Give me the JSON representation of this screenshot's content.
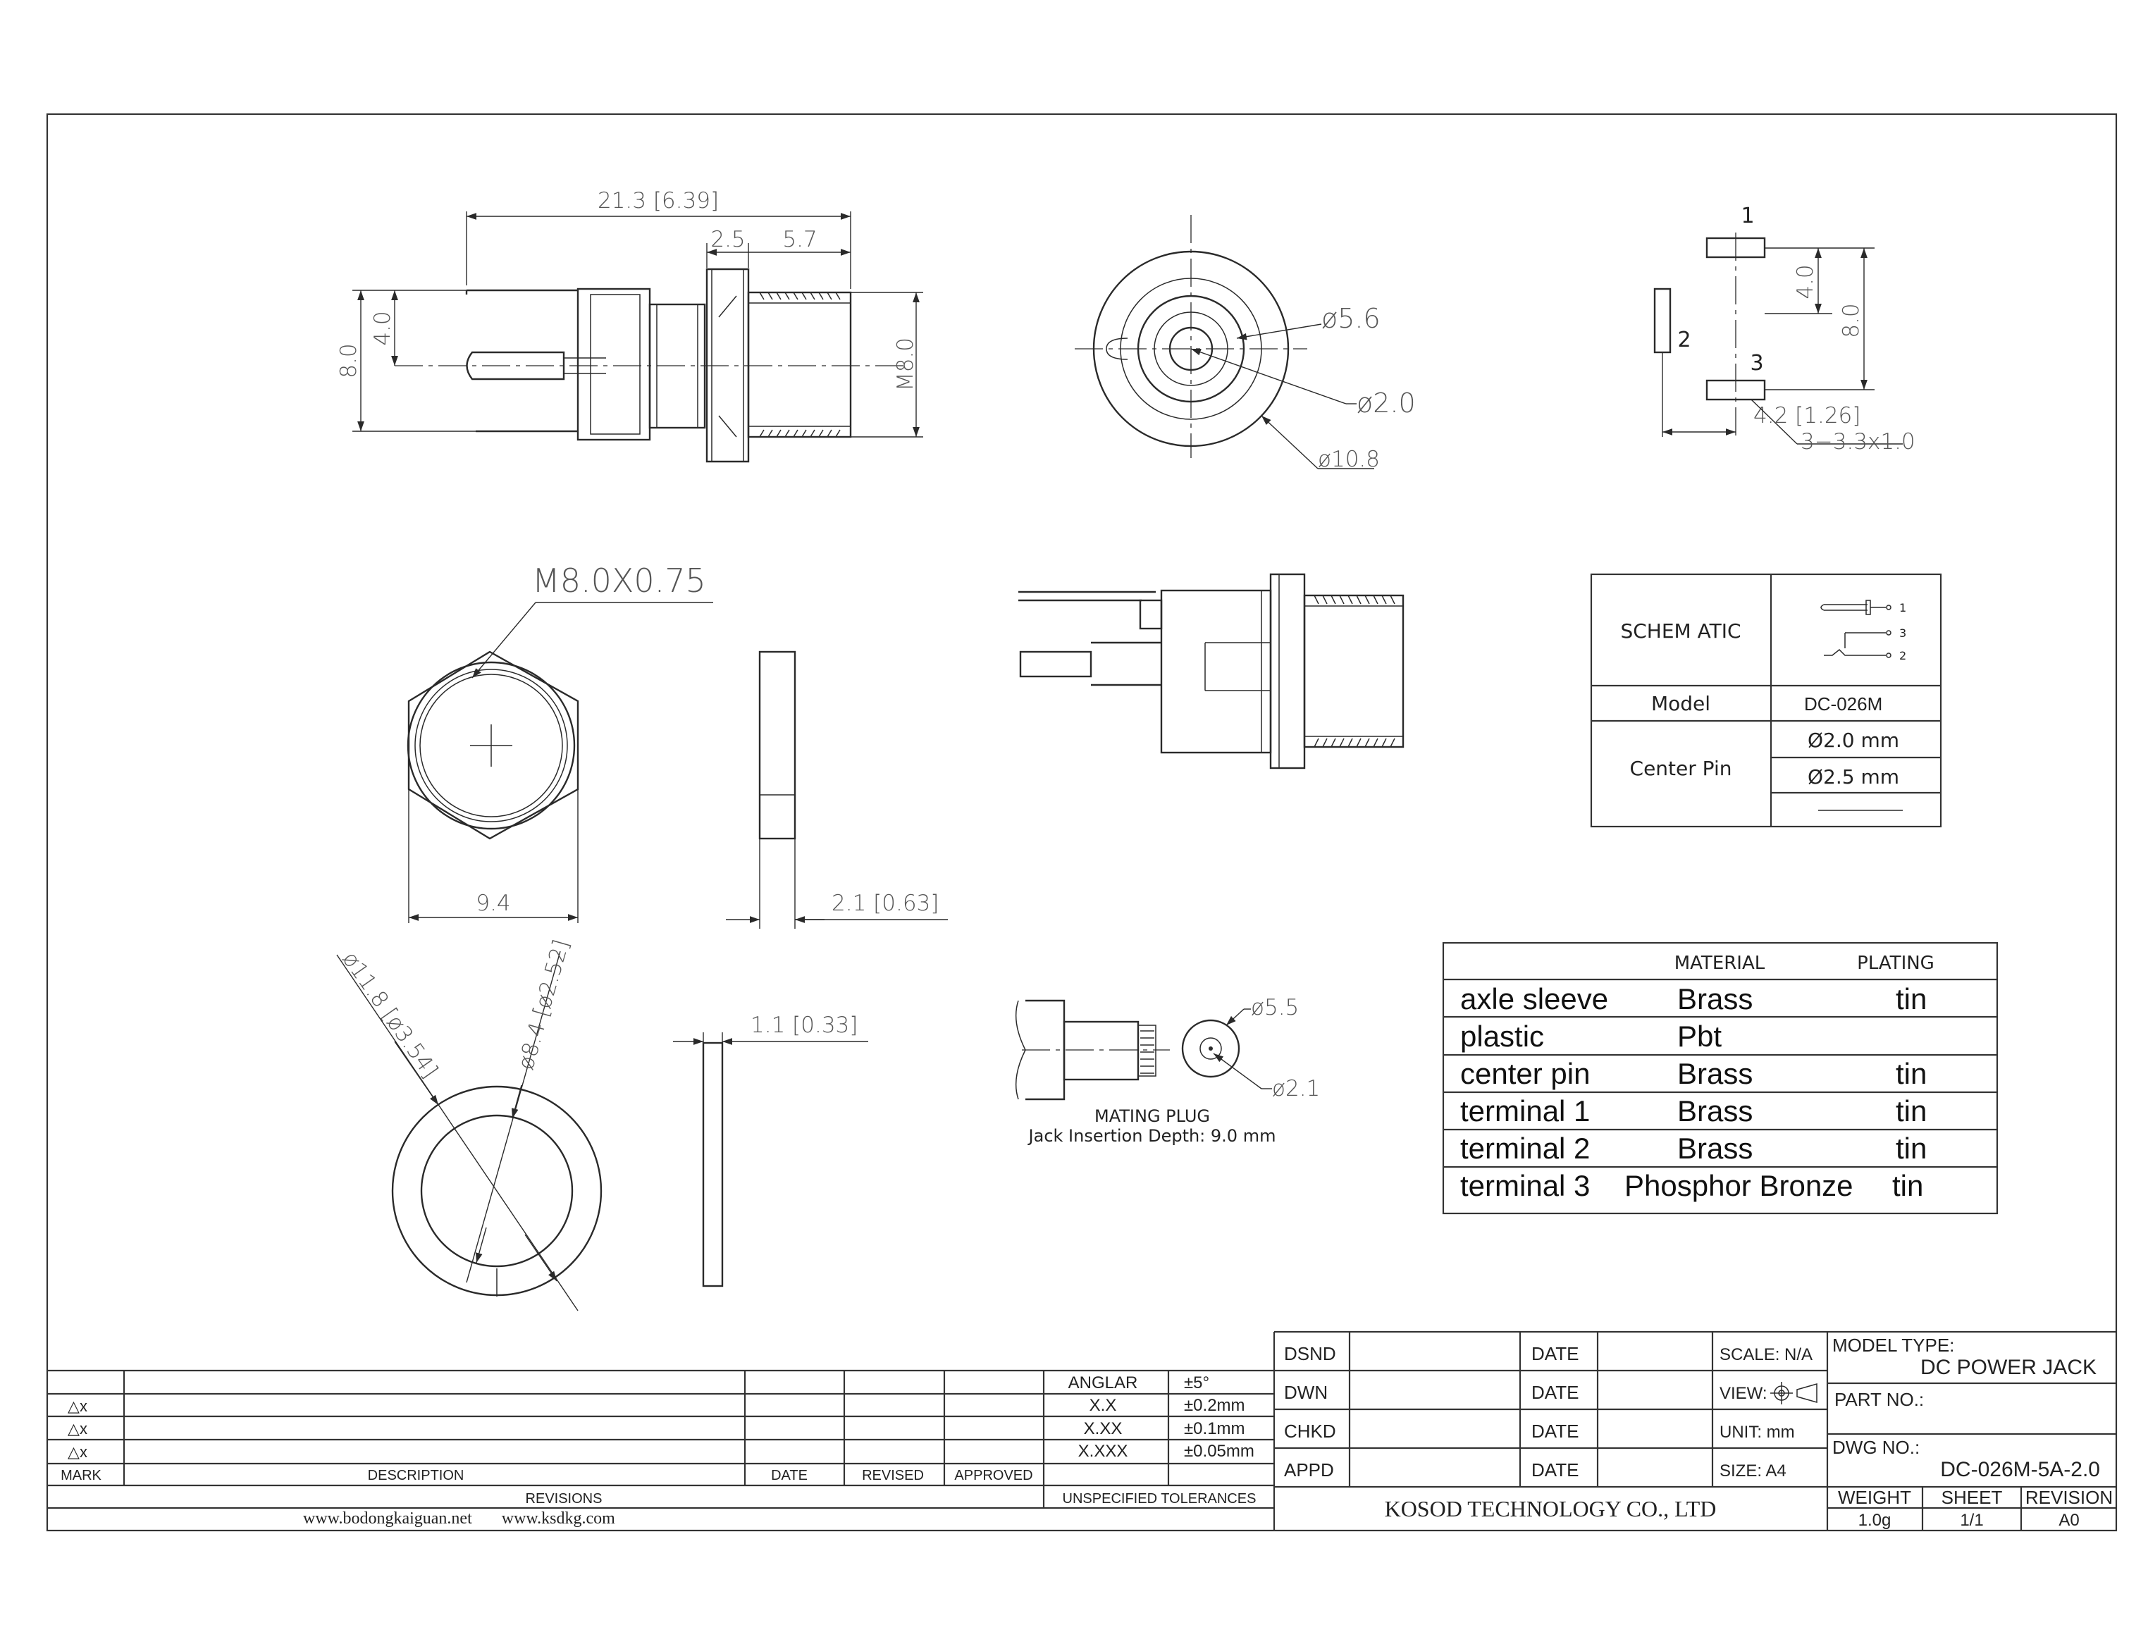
{
  "dims": {
    "overall_length": "21.3 [6.39]",
    "d_2_5": "2.5",
    "d_5_7": "5.7",
    "d_8_0": "8.0",
    "d_4_0": "4.0",
    "thread_m8": "M8.0",
    "dia_5_6": "ø5.6",
    "dia_2_0": "ø2.0",
    "dia_10_8": "ø10.8",
    "pin_1": "1",
    "pin_2": "2",
    "pin_3": "3",
    "pin_4_0": "4.0",
    "pin_8_0": "8.0",
    "pin_4_2": "4.2 [1.26]",
    "pin_holes": "3−3.3x1.0",
    "nut_thread": "M8.0X0.75",
    "nut_width": "9.4",
    "nut_thick": "2.1 [0.63]",
    "washer_od": "ø11.8 [ø3.54]",
    "washer_id": "ø8.4 [ø2.52]",
    "washer_thick": "1.1 [0.33]",
    "plug_55": "ø5.5",
    "plug_21": "ø2.1"
  },
  "plug": {
    "title": "MATING PLUG",
    "depth": "Jack Insertion Depth: 9.0 mm"
  },
  "schematic_table": {
    "schematic_label": "SCHEM ATIC",
    "sym_1": "1",
    "sym_3": "3",
    "sym_2": "2",
    "model_label": "Model",
    "model_value": "DC-026M",
    "center_pin_label": "Center Pin",
    "center_pin_1": "Ø2.0 mm",
    "center_pin_2": "Ø2.5 mm"
  },
  "material_table": {
    "headers": [
      "MATERIAL",
      "PLATING"
    ],
    "rows": [
      {
        "part": "axle sleeve",
        "material": "Brass",
        "plating": "tin"
      },
      {
        "part": "plastic",
        "material": "Pbt",
        "plating": ""
      },
      {
        "part": "center pin",
        "material": "Brass",
        "plating": "tin"
      },
      {
        "part": "terminal 1",
        "material": "Brass",
        "plating": "tin"
      },
      {
        "part": "terminal 2",
        "material": "Brass",
        "plating": "tin"
      },
      {
        "part": "terminal 3",
        "material": "Phosphor Bronze",
        "plating": "tin"
      }
    ]
  },
  "revisions": {
    "marks": [
      "△x",
      "△x",
      "△x"
    ],
    "headers": [
      "MARK",
      "DESCRIPTION",
      "DATE",
      "REVISED",
      "APPROVED"
    ],
    "footer": "REVISIONS",
    "tolerances_title": "UNSPECIFIED TOLERANCES",
    "tolerances": [
      {
        "label": "ANGLAR",
        "value": "±5°"
      },
      {
        "label": "X.X",
        "value": "±0.2mm"
      },
      {
        "label": "X.XX",
        "value": "±0.1mm"
      },
      {
        "label": "X.XXX",
        "value": "±0.05mm"
      }
    ],
    "websites": "www.bodongkaiguan.net       www.ksdkg.com"
  },
  "title_block": {
    "roles": [
      "DSND",
      "DWN",
      "CHKD",
      "APPD"
    ],
    "date_label": "DATE",
    "scale": "SCALE: N/A",
    "view": "VIEW:",
    "unit": "UNIT: mm",
    "size": "SIZE: A4",
    "model_type_label": "MODEL TYPE:",
    "model_type_value": "DC POWER JACK",
    "part_no_label": "PART NO.:",
    "dwg_no_label": "DWG NO.:",
    "dwg_no_value": "DC-026M-5A-2.0",
    "company": "KOSOD TECHNOLOGY CO., LTD",
    "weight_label": "WEIGHT",
    "weight_value": "1.0g",
    "sheet_label": "SHEET",
    "sheet_value": "1/1",
    "revision_label": "REVISION",
    "revision_value": "A0"
  }
}
